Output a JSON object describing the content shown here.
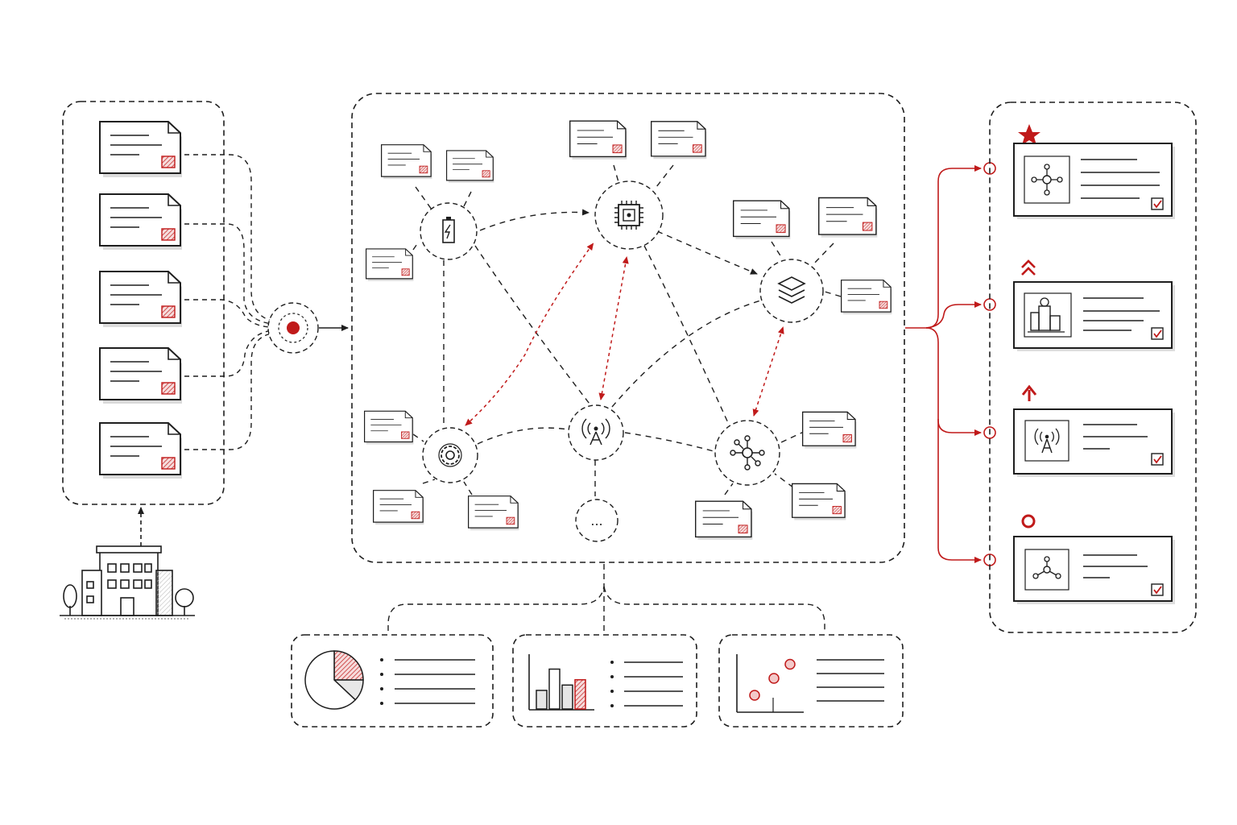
{
  "colors": {
    "ink": "#1e1e1e",
    "accent": "#c01a1a",
    "accent_fill": "#f3c9c9",
    "paper": "#ffffff",
    "hatch": "#cfcfcf"
  },
  "sources": {
    "document_count": 5,
    "origin_icon": "office-building-icon"
  },
  "hub": {
    "icon": "target-dot-icon"
  },
  "network": {
    "nodes": [
      {
        "id": "battery",
        "icon": "battery-icon"
      },
      {
        "id": "processor",
        "icon": "cpu-chip-icon"
      },
      {
        "id": "layers",
        "icon": "layers-stack-icon"
      },
      {
        "id": "settings",
        "icon": "gear-icon"
      },
      {
        "id": "antenna",
        "icon": "signal-tower-icon"
      },
      {
        "id": "molecule",
        "icon": "hub-network-icon"
      },
      {
        "id": "more",
        "icon": "ellipsis-icon",
        "label": "..."
      }
    ]
  },
  "outputs": [
    {
      "marker": "star-icon",
      "icon": "network-node-icon",
      "status": "checkbox-checked-icon"
    },
    {
      "marker": "double-chevron-up-icon",
      "icon": "building-blocks-icon",
      "status": "checkbox-checked-icon"
    },
    {
      "marker": "arrow-up-icon",
      "icon": "signal-tower-icon",
      "status": "checkbox-checked-icon"
    },
    {
      "marker": "circle-icon",
      "icon": "molecule-icon",
      "status": "checkbox-checked-icon"
    }
  ],
  "analytics": [
    {
      "icon": "pie-chart-icon",
      "pie_fractions": [
        0.25,
        0.12,
        0.63
      ]
    },
    {
      "icon": "bar-chart-icon",
      "bar_values": [
        0.35,
        0.75,
        0.45,
        0.55
      ]
    },
    {
      "icon": "scatter-plot-icon",
      "points": [
        [
          0.2,
          0.3
        ],
        [
          0.5,
          0.6
        ],
        [
          0.75,
          0.85
        ]
      ]
    }
  ]
}
